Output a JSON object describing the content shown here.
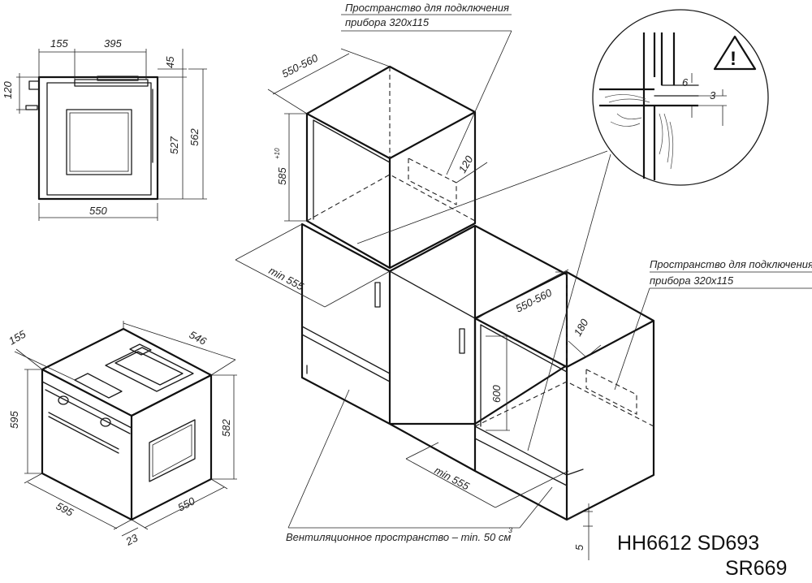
{
  "top_view": {
    "dim_155": "155",
    "dim_395": "395",
    "dim_45": "45",
    "dim_120": "120",
    "dim_527": "527",
    "dim_562": "562",
    "dim_550": "550"
  },
  "iso_oven": {
    "dim_155": "155",
    "dim_546": "546",
    "dim_595_h": "595",
    "dim_582": "582",
    "dim_595_w": "595",
    "dim_550": "550",
    "dim_23": "23"
  },
  "tall_cabinet": {
    "dim_550_560": "550-560",
    "dim_585": "585",
    "dim_585_tol": "+10",
    "dim_120": "120",
    "dim_min555": "min 555",
    "connect_note_line1": "Пространство для подключения",
    "connect_note_line2": "прибора 320x115"
  },
  "base_cabinet": {
    "dim_550_560": "550-560",
    "dim_180": "180",
    "dim_600": "600",
    "dim_min555": "min 555",
    "dim_5": "5",
    "connect_note_line1": "Пространство для подключения",
    "connect_note_line2": "прибора 320x115"
  },
  "detail": {
    "dim_6": "6",
    "dim_3": "3",
    "warning_symbol": "!"
  },
  "ventilation_note": "Вентиляционное пространство – min. 50 см",
  "ventilation_sup": "3",
  "models_line1": "HH6612 SD693",
  "models_line2": "SR669"
}
